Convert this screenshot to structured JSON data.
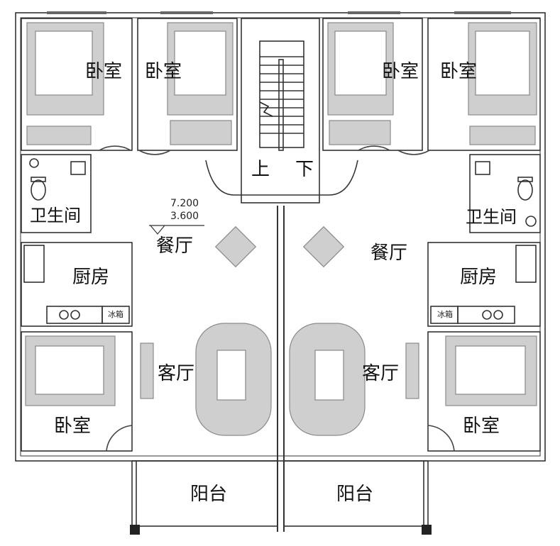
{
  "floor_plan": {
    "rooms": {
      "bedroom_top_1": "卧室",
      "bedroom_top_2": "卧室",
      "bedroom_top_3": "卧室",
      "bedroom_top_4": "卧室",
      "bath_left": "卫生间",
      "bath_right": "卫生间",
      "dining_left": "餐厅",
      "dining_right": "餐厅",
      "kitchen_left": "厨房",
      "kitchen_right": "厨房",
      "fridge_left": "冰箱",
      "fridge_right": "冰箱",
      "living_left": "客厅",
      "living_right": "客厅",
      "bedroom_bottom_left": "卧室",
      "bedroom_bottom_right": "卧室",
      "balcony_left": "阳台",
      "balcony_right": "阳台"
    },
    "stairs": {
      "up": "上",
      "down": "下"
    },
    "elevation": {
      "upper": "7.200",
      "lower": "3.600"
    }
  }
}
